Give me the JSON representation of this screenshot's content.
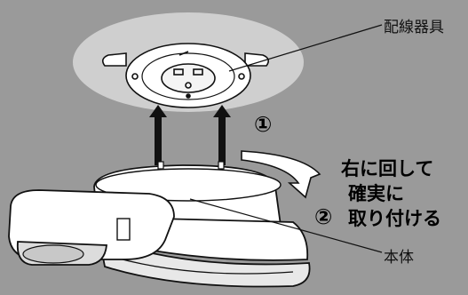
{
  "labels": {
    "mount": "配線器具",
    "body": "本体"
  },
  "steps": {
    "step1_marker": "①",
    "step2_marker": "②",
    "step2_line1": "右に回して",
    "step2_line2": "確実に",
    "step2_line3": "取り付ける"
  },
  "colors": {
    "background": "#9a9a9a",
    "halo": "#cfcfcf",
    "part_fill": "#ffffff",
    "outline": "#111111"
  }
}
